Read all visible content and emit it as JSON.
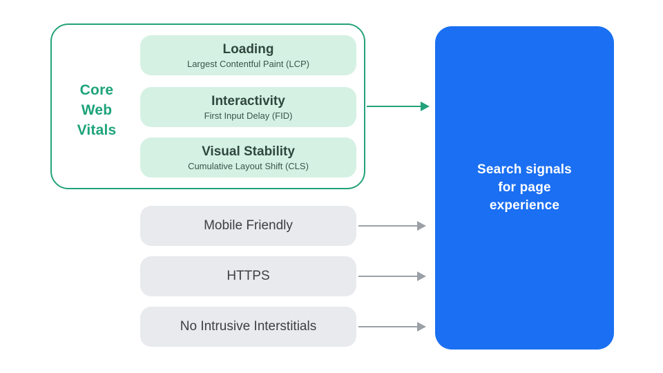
{
  "diagram": {
    "title_semantics": "Search signals for page experience diagram",
    "core_web_vitals": {
      "label": "Core\nWeb\nVitals",
      "items": [
        {
          "title": "Loading",
          "subtitle": "Largest Contentful Paint (LCP)"
        },
        {
          "title": "Interactivity",
          "subtitle": "First Input Delay (FID)"
        },
        {
          "title": "Visual Stability",
          "subtitle": "Cumulative Layout Shift (CLS)"
        }
      ]
    },
    "other_signals": [
      {
        "label": "Mobile Friendly"
      },
      {
        "label": "HTTPS"
      },
      {
        "label": "No Intrusive Interstitials"
      }
    ],
    "result": {
      "label": "Search signals\nfor page\nexperience"
    },
    "colors": {
      "green": "#22a27a",
      "green_light": "#d5f1e3",
      "green_title_text": "#2f473f",
      "green_subtitle_text": "#3a544c",
      "gray_pill": "#e8eaed",
      "gray_text": "#3c4043",
      "arrow_gray": "#9aa0a6",
      "blue": "#1b6ff2",
      "white_text": "#ffffff",
      "background": "#ffffff"
    }
  }
}
